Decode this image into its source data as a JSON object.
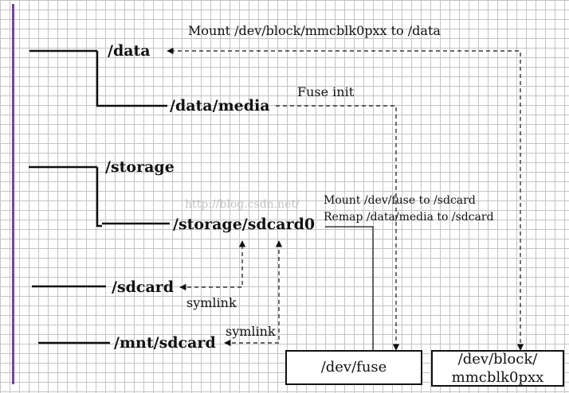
{
  "paths": {
    "data": "/data",
    "data_media": "/data/media",
    "storage": "/storage",
    "storage_sdcard0": "/storage/sdcard0",
    "sdcard": "/sdcard",
    "mnt_sdcard": "/mnt/sdcard"
  },
  "annotations": {
    "mount_data": "Mount /dev/block/mmcblk0pxx to /data",
    "fuse_init": "Fuse init",
    "mount_fuse": "Mount /dev/fuse to /sdcard",
    "remap": "Remap /data/media to /sdcard",
    "symlink_1": "symlink",
    "symlink_2": "symlink"
  },
  "boxes": {
    "dev_fuse": "/dev/fuse",
    "dev_block_line1": "/dev/block/",
    "dev_block_line2": "mmcblk0pxx"
  },
  "watermark": "http://blog.csdn.net/",
  "colors": {
    "accent_bar": "#7a3fa0",
    "line": "#111111",
    "grid": "#c4c4c4"
  }
}
